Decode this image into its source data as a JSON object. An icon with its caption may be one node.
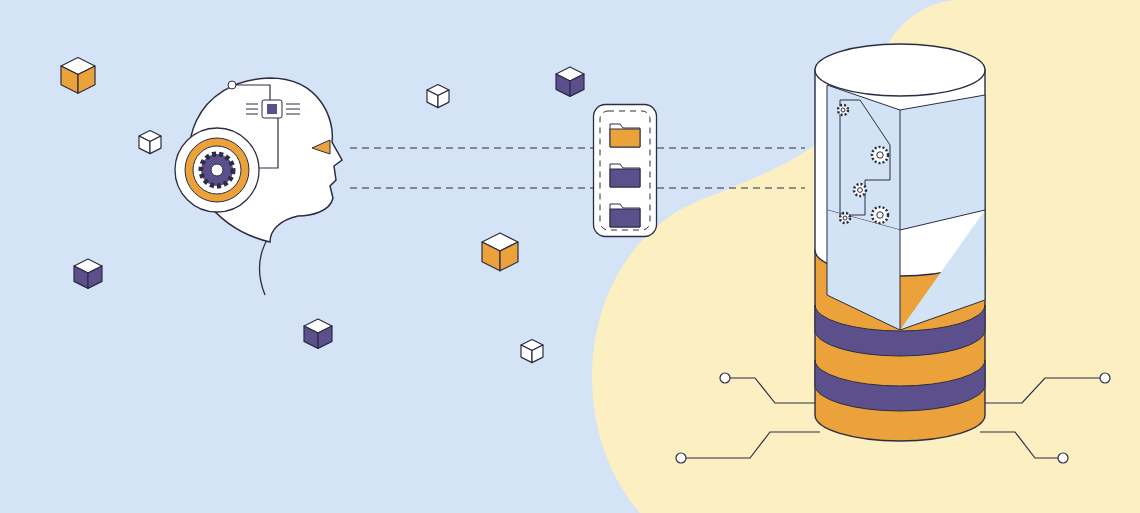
{
  "diagram": {
    "nodes": [
      {
        "text": [],
        "shape": "picture"
      },
      {
        "text": [],
        "shape": "box"
      },
      {
        "text": [],
        "shape": "cylinder"
      }
    ],
    "edges": [
      {
        "from": 0,
        "to": 1,
        "arrow": "none",
        "style": "dashed"
      },
      {
        "from": 0,
        "to": 1,
        "arrow": "none",
        "style": "dashed"
      },
      {
        "from": 1,
        "to": 2,
        "arrow": "none",
        "style": "dashed"
      },
      {
        "from": 1,
        "to": 2,
        "arrow": "none",
        "style": "dashed"
      }
    ]
  }
}
